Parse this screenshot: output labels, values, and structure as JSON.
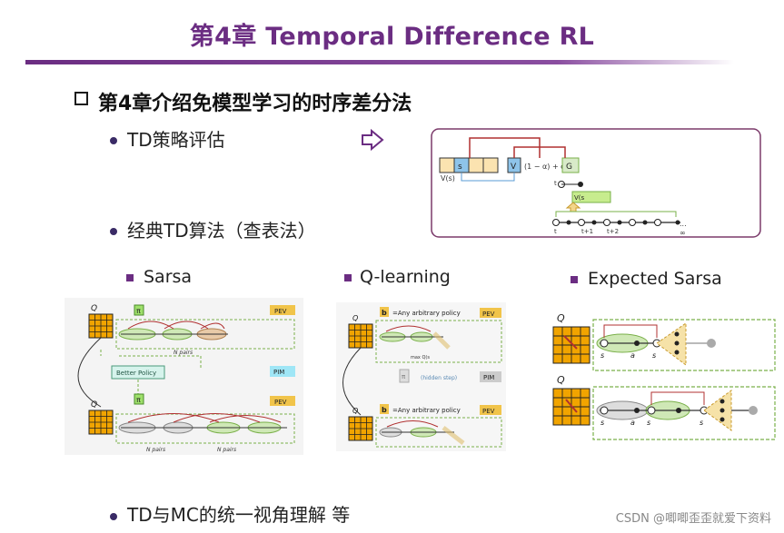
{
  "slide": {
    "title": "第4章 Temporal Difference RL",
    "heading": "第4章介绍免模型学习的时序差分法",
    "bullets": [
      "TD策略评估",
      "经典TD算法（查表法）",
      "TD与MC的统一视角理解 等"
    ],
    "algorithms": [
      "Sarsa",
      "Q-learning",
      "Expected Sarsa"
    ],
    "watermark": "CSDN @唧唧歪歪就爱下资料"
  },
  "td_diagram": {
    "vs_label": "V(s)",
    "formula_v": "V",
    "formula_mid": "(1 − α) + α",
    "formula_g": "G",
    "vtarget": "V(s",
    "time_t": "t",
    "time_t1": "t+1",
    "time_t2": "t+2",
    "dots": "...",
    "infinity": "∞"
  },
  "sarsa_fig": {
    "q_pi": "Q",
    "pi_box": "π",
    "pev": "PEV",
    "pim": "PIM",
    "better_policy": "Better Policy",
    "n_pairs": "N pairs",
    "q_pi2": "Q",
    "pi2_box": "π"
  },
  "qlearning_fig": {
    "b_box": "b",
    "any_policy": "=Any arbitrary policy",
    "pev": "PEV",
    "pim": "PIM",
    "hidden_step": "(hidden step)",
    "max_q": "max Q(s",
    "pi_grey": "π",
    "b2_box": "b",
    "q_pi": "Q",
    "q_pi2": "Q"
  },
  "expected_fig": {
    "q_pi": "Q",
    "q_pi2": "Q",
    "s_t": "s",
    "a_t": "a",
    "s_t1": "s",
    "s_t2": "s"
  },
  "colors": {
    "accent": "#6b2d82",
    "grid": "#e8a800",
    "green_dash": "#7ab04a",
    "red_link": "#b03030"
  }
}
